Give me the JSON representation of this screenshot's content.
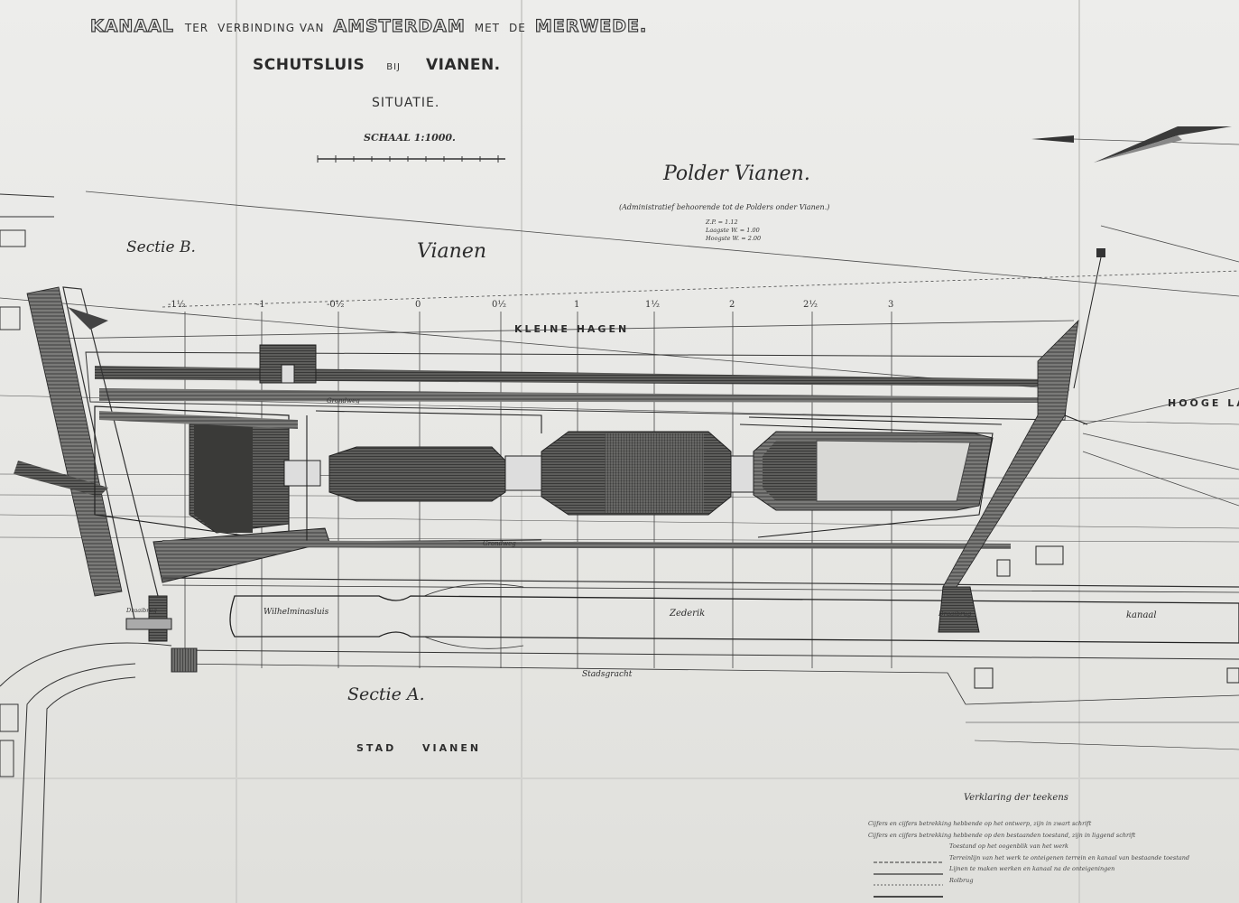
{
  "title": {
    "line1_a": "KANAAL",
    "line1_b": "TER",
    "line1_c": "VERBINDING VAN",
    "line1_d": "AMSTERDAM",
    "line1_e": "MET",
    "line1_f": "DE",
    "line1_g": "MERWEDE.",
    "line2_a": "SCHUTSLUIS",
    "line2_b": "BIJ",
    "line2_c": "VIANEN.",
    "line3": "SITUATIE.",
    "scale": "SCHAAL 1:1000."
  },
  "polder": {
    "name": "Polder Vianen.",
    "subtitle": "(Administratief behoorende tot de Polders onder Vianen.)",
    "levels": [
      "Z.P. = 1.12",
      "Laagste W. = 1.00",
      "Hoogste W. = 2.00"
    ]
  },
  "labels": {
    "sectie_b": "Sectie B.",
    "vianen": "Vianen",
    "kleine_hagen": "KLEINE HAGEN",
    "hooge_land": "HOOGE LA",
    "wilhelminasluis": "Wilhelminasluis",
    "zederik": "Zederik",
    "kanaal": "kanaal",
    "stadsgracht": "Stadsgracht",
    "sectie_a": "Sectie A.",
    "stad_vianen": "STAD VIANEN",
    "grondweg_top": "Grondweg",
    "grondweg_bottom": "Grondweg",
    "draaibrug": "Draaibrug",
    "draaibrug_right": "Draaibrug"
  },
  "stations": [
    "-1¹⁄₂",
    "-1",
    "-0¹⁄₂",
    "0",
    "0¹⁄₂",
    "1",
    "1¹⁄₂",
    "2",
    "2¹⁄₂",
    "3"
  ],
  "legend": {
    "title": "Verklaring der teekens",
    "items": [
      "Cijfers en cijfers betrekking hebbende op het ontwerp, zijn in zwart schrift",
      "Cijfers en cijfers betrekking hebbende op den bestaanden toestand, zijn in liggend schrift",
      "Toestand op het oogenblik van het werk",
      "Terreinlijn van het werk te onteigenen terrein en kanaal van bestaande toestand",
      "Lijnen te maken werken en kanaal na de onteigeningen",
      "Rolbrug"
    ]
  },
  "colors": {
    "ink": "#2a2a2a",
    "paper": "#e9e9e7",
    "hatch": "#4a4a4a"
  }
}
